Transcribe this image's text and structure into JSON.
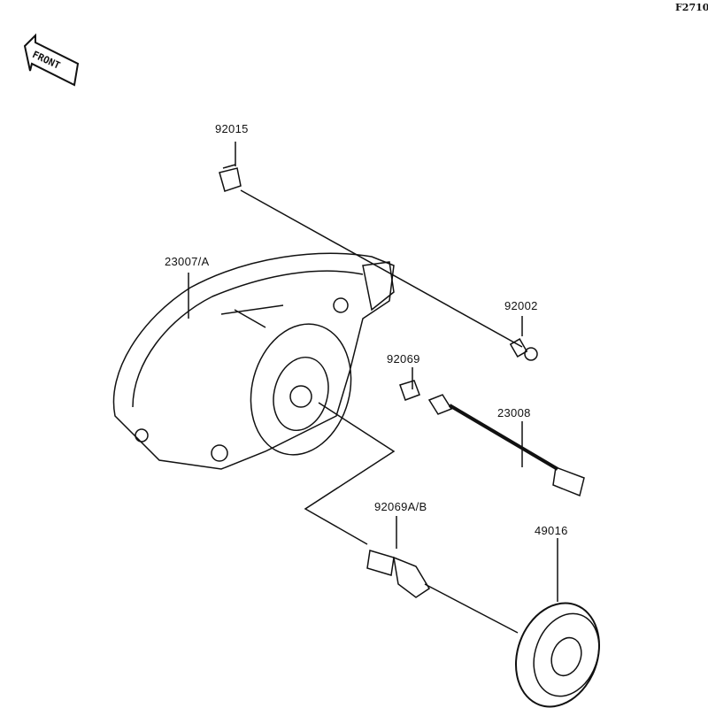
{
  "diagram_code": "F2710",
  "direction_label": "FRONT",
  "parts": [
    {
      "number": "92015"
    },
    {
      "number": "23007/A"
    },
    {
      "number": "92002"
    },
    {
      "number": "92069"
    },
    {
      "number": "23008"
    },
    {
      "number": "92069A/B"
    },
    {
      "number": "49016"
    }
  ]
}
